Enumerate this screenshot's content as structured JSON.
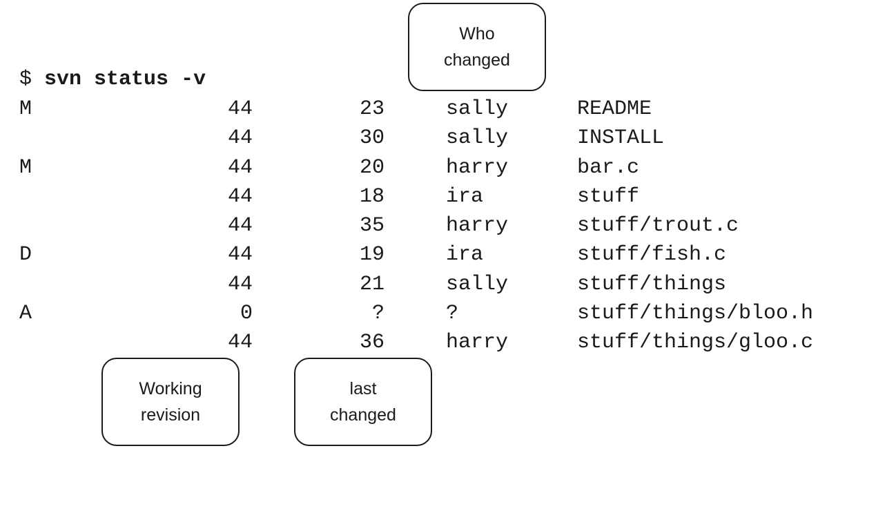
{
  "terminal": {
    "prompt_symbol": "$",
    "command": "svn status -v",
    "rows": [
      {
        "status": "M",
        "working_rev": "44",
        "last_changed_rev": "23",
        "author": "sally",
        "path": "README"
      },
      {
        "status": "",
        "working_rev": "44",
        "last_changed_rev": "30",
        "author": "sally",
        "path": "INSTALL"
      },
      {
        "status": "M",
        "working_rev": "44",
        "last_changed_rev": "20",
        "author": "harry",
        "path": "bar.c"
      },
      {
        "status": "",
        "working_rev": "44",
        "last_changed_rev": "18",
        "author": "ira",
        "path": "stuff"
      },
      {
        "status": "",
        "working_rev": "44",
        "last_changed_rev": "35",
        "author": "harry",
        "path": "stuff/trout.c"
      },
      {
        "status": "D",
        "working_rev": "44",
        "last_changed_rev": "19",
        "author": "ira",
        "path": "stuff/fish.c"
      },
      {
        "status": "",
        "working_rev": "44",
        "last_changed_rev": "21",
        "author": "sally",
        "path": "stuff/things"
      },
      {
        "status": "A",
        "working_rev": "0",
        "last_changed_rev": "?",
        "author": "?",
        "path": "stuff/things/bloo.h"
      },
      {
        "status": "",
        "working_rev": "44",
        "last_changed_rev": "36",
        "author": "harry",
        "path": "stuff/things/gloo.c"
      }
    ]
  },
  "callouts": {
    "who_changed": {
      "line1": "Who",
      "line2": "changed"
    },
    "working_revision": {
      "line1": "Working",
      "line2": "revision"
    },
    "last_changed": {
      "line1": "last",
      "line2": "changed"
    }
  }
}
